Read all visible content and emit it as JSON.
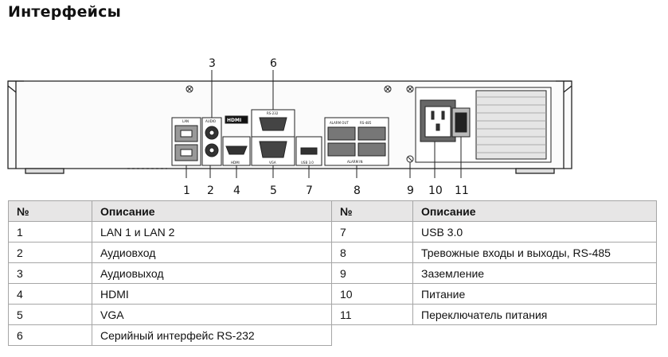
{
  "heading": "Интерфейсы",
  "callouts": [
    "1",
    "2",
    "4",
    "5",
    "7",
    "8",
    "9",
    "10",
    "11"
  ],
  "top_callouts": [
    "3",
    "6"
  ],
  "panel_labels": {
    "lan": "LAN",
    "audio": "AUDIO",
    "hdmi_logo": "HDMI",
    "hdmi": "HDMI",
    "rs232": "RS-232",
    "vga": "VGA",
    "usb": "USB 3.0",
    "alarm_out": "ALARM OUT",
    "rs485": "RS-485",
    "alarm_in": "ALARM IN"
  },
  "table": {
    "headers": [
      "№",
      "Описание",
      "№",
      "Описание"
    ],
    "rows": [
      [
        "1",
        "LAN 1 и LAN 2",
        "7",
        "USB 3.0"
      ],
      [
        "2",
        "Аудиовход",
        "8",
        "Тревожные входы и выходы, RS-485"
      ],
      [
        "3",
        "Аудиовыход",
        "9",
        "Заземление"
      ],
      [
        "4",
        "HDMI",
        "10",
        "Питание"
      ],
      [
        "5",
        "VGA",
        "11",
        "Переключатель питания"
      ],
      [
        "6",
        "Серийный интерфейс RS-232",
        "",
        ""
      ]
    ]
  }
}
